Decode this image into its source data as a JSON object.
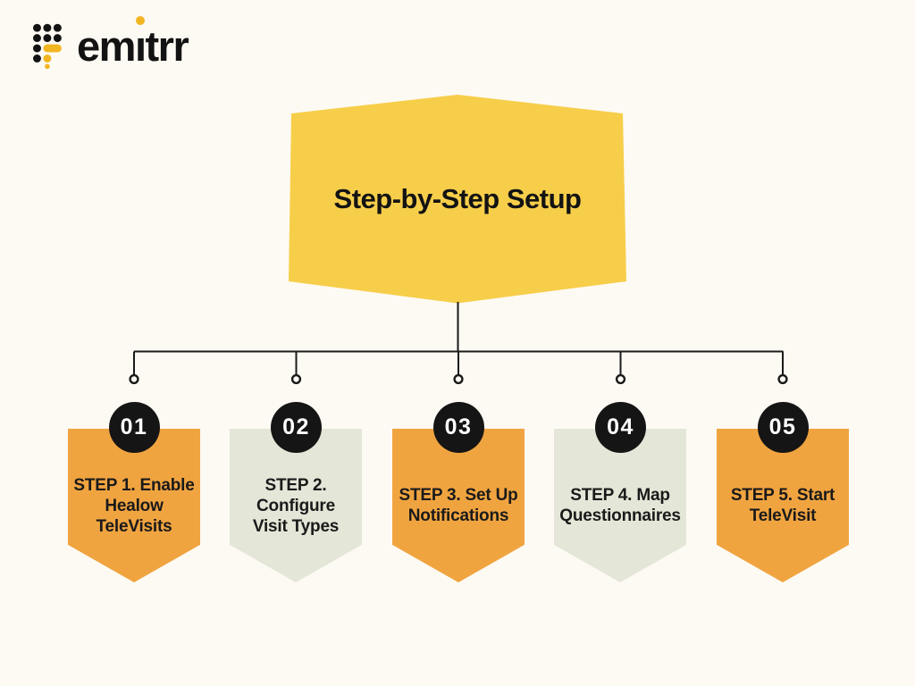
{
  "background_color": "#FDFAF3",
  "logo": {
    "name": "emitrr",
    "word_parts": {
      "pre": "em",
      "i_dotless": "ı",
      "post": "trr"
    },
    "dot_color": "#F2B522",
    "icon_black": "#131313",
    "icon_yellow": "#F2B522"
  },
  "banner": {
    "title": "Step-by-Step Setup",
    "color": "#F7CE4A",
    "text_color": "#131313"
  },
  "connector": {
    "line_color": "#1A1A1A",
    "node_fill": "#FDFAF3"
  },
  "steps": [
    {
      "number": "01",
      "label_lines": [
        "STEP 1. Enable",
        "Healow",
        "TeleVisits"
      ],
      "shape_color": "#F0A440",
      "badge_color": "#151515",
      "badge_text_color": "#FFFFFF"
    },
    {
      "number": "02",
      "label_lines": [
        "STEP 2.",
        "Configure",
        "Visit Types"
      ],
      "shape_color": "#E4E6D8",
      "badge_color": "#151515",
      "badge_text_color": "#FFFFFF"
    },
    {
      "number": "03",
      "label_lines": [
        "STEP 3. Set Up",
        "Notifications"
      ],
      "shape_color": "#F0A440",
      "badge_color": "#151515",
      "badge_text_color": "#FFFFFF"
    },
    {
      "number": "04",
      "label_lines": [
        "STEP 4. Map",
        "Questionnaires"
      ],
      "shape_color": "#E4E6D8",
      "badge_color": "#151515",
      "badge_text_color": "#FFFFFF"
    },
    {
      "number": "05",
      "label_lines": [
        "STEP 5. Start",
        "TeleVisit"
      ],
      "shape_color": "#F0A440",
      "badge_color": "#151515",
      "badge_text_color": "#FFFFFF"
    }
  ]
}
